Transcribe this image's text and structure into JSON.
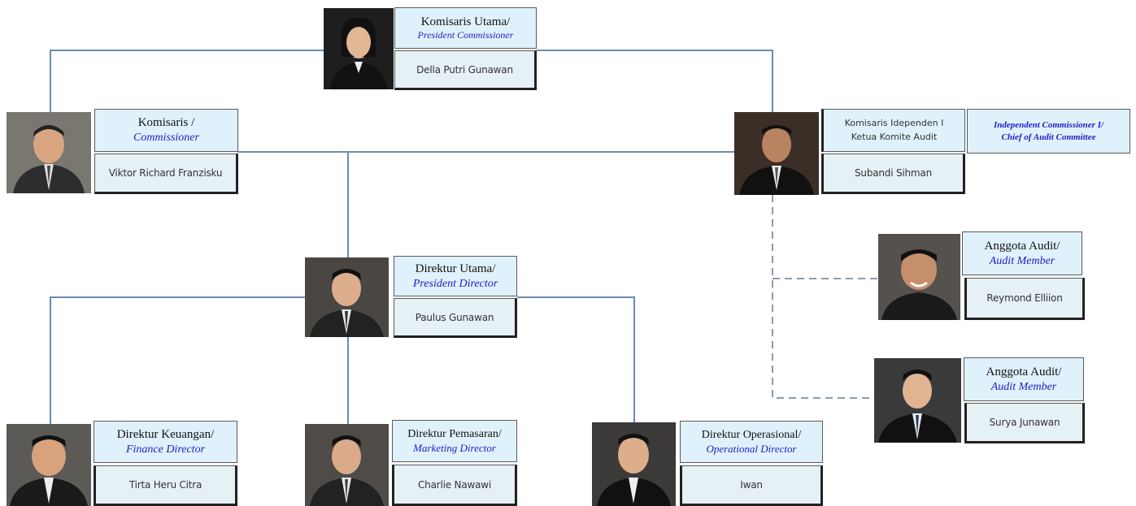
{
  "nodes": {
    "president_commissioner": {
      "title_id": "Komisaris Utama/",
      "title_en": "President Commissioner",
      "name": "Della Putri Gunawan"
    },
    "commissioner": {
      "title_id": "Komisaris /",
      "title_en": "Commissioner",
      "name": "Viktor Richard Franzisku"
    },
    "independent_commissioner": {
      "title_id_line1": "Komisaris Idependen I",
      "title_id_line2": "Ketua Komite Audit",
      "title_en_line1": "Independent Commissioner I/",
      "title_en_line2": "Chief of Audit Committee",
      "name": "Subandi Sihman"
    },
    "president_director": {
      "title_id": "Direktur Utama/",
      "title_en": "President Director",
      "name": "Paulus Gunawan"
    },
    "audit_member_1": {
      "title_id": "Anggota Audit/",
      "title_en": "Audit Member",
      "name": "Reymond Elliion"
    },
    "audit_member_2": {
      "title_id": "Anggota Audit/",
      "title_en": "Audit Member",
      "name": "Surya Junawan"
    },
    "finance_director": {
      "title_id": "Direktur Keuangan/",
      "title_en": "Finance Director",
      "name": "Tirta Heru Citra"
    },
    "marketing_director": {
      "title_id": "Direktur Pemasaran/",
      "title_en": "Marketing Director",
      "name": "Charlie Nawawi"
    },
    "operational_director": {
      "title_id": "Direktur Operasional/",
      "title_en": "Operational Director",
      "name": "Iwan"
    }
  },
  "colors": {
    "line": "#6b8cb4",
    "role_fill": "#dff1fb",
    "english_text": "#2020c8"
  },
  "icons": [
    "portrait-photo"
  ]
}
